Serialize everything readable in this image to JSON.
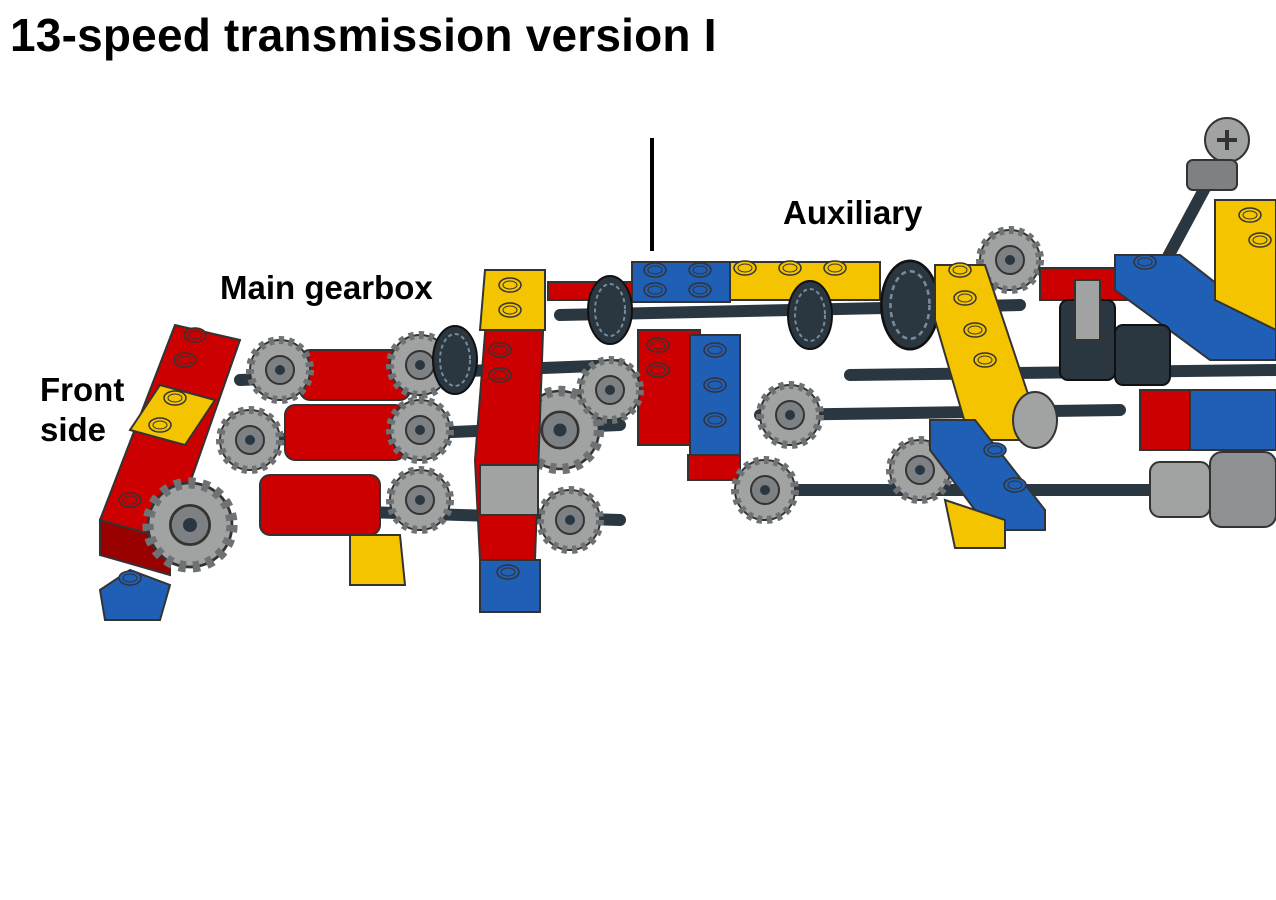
{
  "title": "13-speed transmission version I",
  "labels": {
    "main_gearbox": "Main gearbox",
    "auxiliary": "Auxiliary",
    "front_side": "Front side"
  },
  "colors": {
    "red": "#cc0000",
    "blue": "#1f5fb5",
    "yellow": "#f4c400",
    "gray": "#a0a3a2",
    "dark_gray": "#5b6065",
    "axle": "#2a3640"
  }
}
